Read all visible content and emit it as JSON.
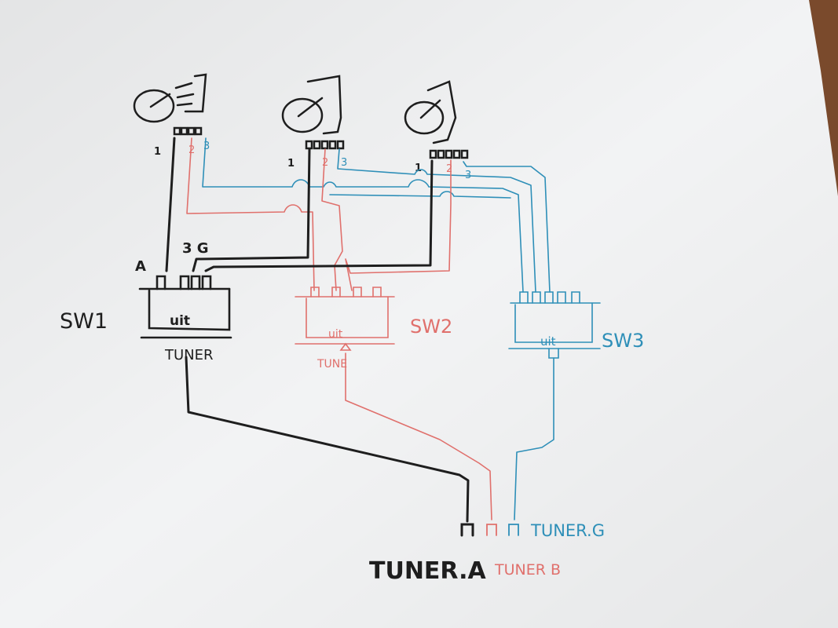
{
  "colors": {
    "paper": "#f2f3f4",
    "desk": "#7a4a2c",
    "ink_black": "#1e1e1e",
    "ink_red": "#e0706c",
    "ink_blue": "#2e8fb8"
  },
  "dishes": [
    {
      "id": "dish-1",
      "port_labels": [
        "1",
        "2",
        "3"
      ]
    },
    {
      "id": "dish-2",
      "port_labels": [
        "1",
        "2",
        "3"
      ]
    },
    {
      "id": "dish-3",
      "port_labels": [
        "1",
        "2",
        "3"
      ]
    }
  ],
  "switches": {
    "sw1": {
      "name": "SW1",
      "out_label": "uit",
      "tuner_label": "TUNER",
      "input_a_label": "A",
      "input_bg_label": "3 G",
      "color": "#1e1e1e"
    },
    "sw2": {
      "name": "SW2",
      "out_label": "uit",
      "tuner_label": "TUNE",
      "color": "#e0706c"
    },
    "sw3": {
      "name": "SW3",
      "out_label": "uit",
      "color": "#2e8fb8"
    }
  },
  "tuner_outputs": {
    "a": "TUNER.A",
    "b": "TUNER B",
    "g": "TUNER.G"
  }
}
